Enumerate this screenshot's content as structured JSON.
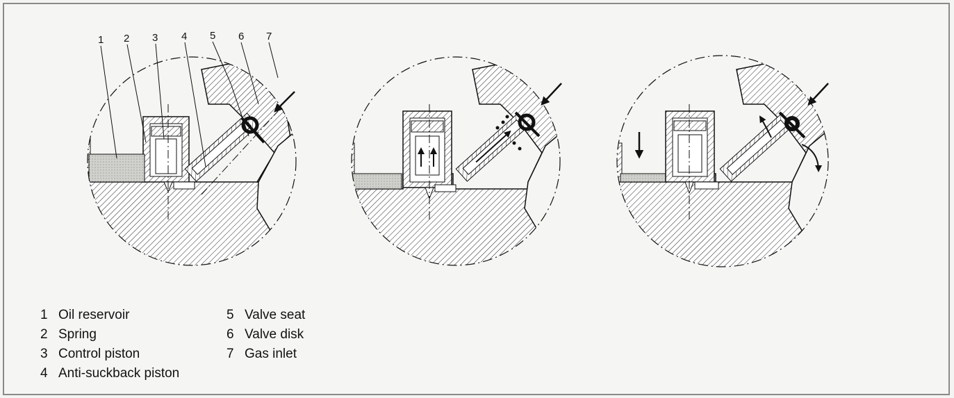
{
  "callouts": [
    "1",
    "2",
    "3",
    "4",
    "5",
    "6",
    "7"
  ],
  "legend": [
    {
      "num": "1",
      "label": "Oil reservoir"
    },
    {
      "num": "2",
      "label": "Spring"
    },
    {
      "num": "3",
      "label": "Control piston"
    },
    {
      "num": "4",
      "label": "Anti-suckback piston"
    },
    {
      "num": "5",
      "label": "Valve seat"
    },
    {
      "num": "6",
      "label": "Valve disk"
    },
    {
      "num": "7",
      "label": "Gas inlet"
    }
  ],
  "colors": {
    "ink": "#1a1a1a",
    "oil": "#c9c9c9",
    "frame": "#8a8a8a"
  },
  "panels": [
    {
      "state": "idle",
      "icon": "valve-open-icon"
    },
    {
      "state": "oil-flow",
      "icon": "valve-lifting-icon"
    },
    {
      "state": "gas-venting",
      "icon": "valve-closed-icon"
    }
  ]
}
